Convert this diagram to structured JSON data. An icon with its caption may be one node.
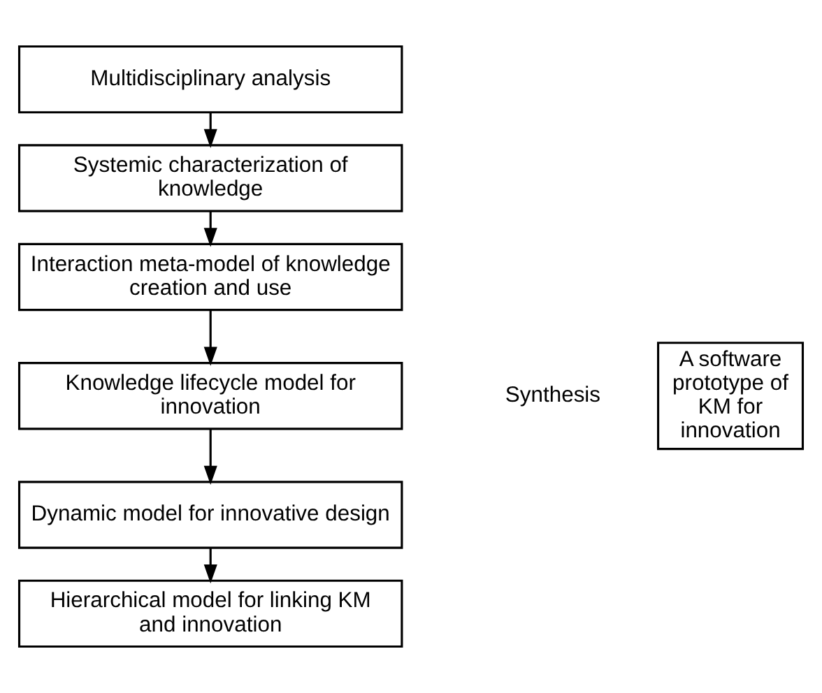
{
  "diagram": {
    "nodes": [
      {
        "text": [
          "Multidisciplinary analysis"
        ]
      },
      {
        "text": [
          "Systemic characterization of knowledge"
        ]
      },
      {
        "text": [
          "Interaction meta-model of knowledge creation and use"
        ]
      },
      {
        "text": [
          "Knowledge lifecycle model for innovation"
        ]
      },
      {
        "text": [
          "Dynamic model for innovative design"
        ]
      },
      {
        "text": [
          "Hierarchical model for linking KM and innovation"
        ]
      },
      {
        "text": [
          "A software prototype of KM for innovation"
        ]
      }
    ],
    "edges": [
      {
        "from": 0,
        "to": 1,
        "arrow": "to"
      },
      {
        "from": 1,
        "to": 2,
        "arrow": "to"
      },
      {
        "from": 2,
        "to": 3,
        "arrow": "to"
      },
      {
        "from": 3,
        "to": 4,
        "arrow": "to"
      },
      {
        "from": 4,
        "to": 5,
        "arrow": "to"
      }
    ],
    "labels": [
      "Synthesis"
    ]
  }
}
